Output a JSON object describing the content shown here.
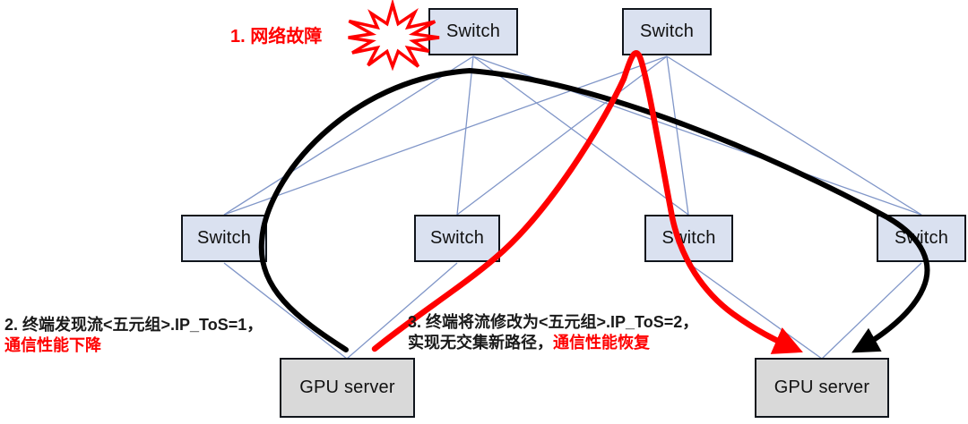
{
  "diagram": {
    "nodes": {
      "spine1": {
        "label": "Switch"
      },
      "spine2": {
        "label": "Switch"
      },
      "leaf1": {
        "label": "Switch"
      },
      "leaf2": {
        "label": "Switch"
      },
      "leaf3": {
        "label": "Switch"
      },
      "leaf4": {
        "label": "Switch"
      },
      "gpu1": {
        "label": "GPU server"
      },
      "gpu2": {
        "label": "GPU server"
      }
    },
    "annotations": {
      "step1": {
        "text": "1. 网络故障"
      },
      "step2": {
        "line1": "2. 终端发现流<五元组>.IP_ToS=1，",
        "line2": "通信性能下降"
      },
      "step3": {
        "line1": "3. 终端将流修改为<五元组>.IP_ToS=2，",
        "line2_prefix": "实现无交集新路径，",
        "line2_highlight": "通信性能恢复"
      }
    },
    "colors": {
      "annotation_red": "#ff0000",
      "failed_path_black": "#000000",
      "new_path_red": "#ff0000",
      "link_blue": "#8096c8",
      "switch_fill": "#dae1f0",
      "server_fill": "#d9d9d9",
      "border_black": "#10151c"
    }
  }
}
